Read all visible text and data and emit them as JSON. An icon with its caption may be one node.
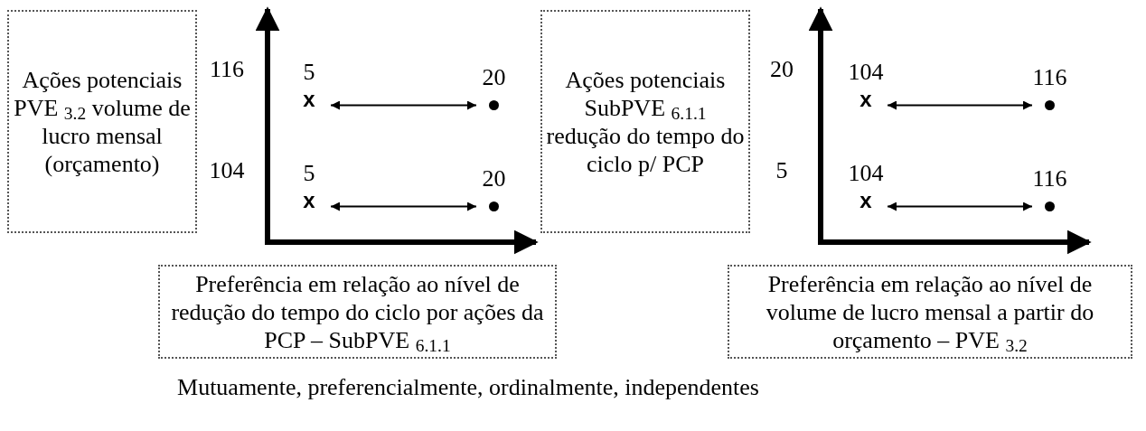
{
  "diagram": {
    "caption": "Mutuamente, preferencialmente, ordinalmente, independentes",
    "nodes": [
      {
        "text": [
          "Ações potenciais PVE $_{3.2}$ volume de lucro mensal (orçamento)"
        ]
      },
      {
        "text": [
          "x"
        ],
        "beside": [
          "5"
        ]
      },
      {
        "text": [],
        "shape": "circle",
        "beside": [
          "20"
        ]
      },
      {
        "text": [
          "x"
        ],
        "beside": [
          "5"
        ]
      },
      {
        "text": [],
        "shape": "circle",
        "beside": [
          "20"
        ]
      },
      {
        "text": [
          "Ações potenciais SubPVE $_{6.1.1}$ redução do tempo do ciclo p/ PCP"
        ]
      },
      {
        "text": [
          "x"
        ],
        "beside": [
          "104"
        ]
      },
      {
        "text": [],
        "shape": "circle",
        "beside": [
          "116"
        ]
      },
      {
        "text": [
          "x"
        ],
        "beside": [
          "104"
        ]
      },
      {
        "text": [],
        "shape": "circle",
        "beside": [
          "116"
        ]
      },
      {
        "text": [
          "Preferência em relação ao nível de redução do tempo do ciclo por ações da PCP – SubPVE $_{6.1.1}$"
        ]
      },
      {
        "text": [
          "Preferência em relação ao nível de volume de lucro mensal a partir do orçamento – PVE $_{3.2}$"
        ]
      }
    ],
    "edges": [
      {
        "from": 1,
        "to": 2,
        "arrow": "both"
      },
      {
        "from": 3,
        "to": 4,
        "arrow": "both"
      },
      {
        "from": 6,
        "to": 7,
        "arrow": "both"
      },
      {
        "from": 8,
        "to": 9,
        "arrow": "both"
      }
    ],
    "labels": [
      "116",
      "104",
      "20",
      "5"
    ]
  }
}
